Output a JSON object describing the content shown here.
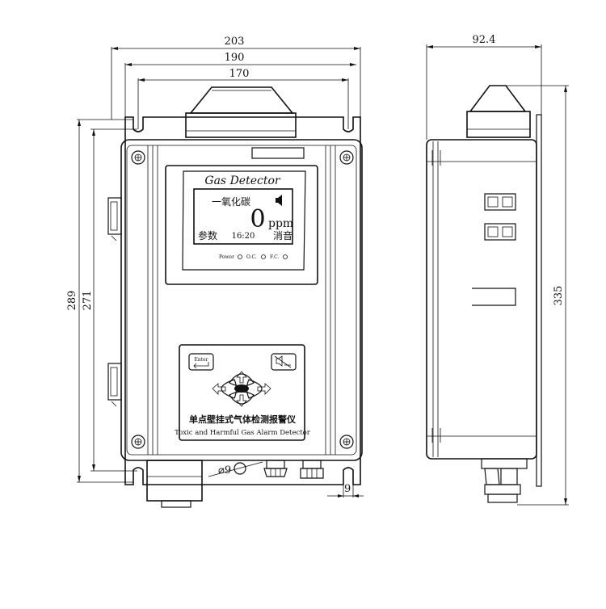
{
  "dimensions": {
    "front_overall_width": "203",
    "front_mount_width": "190",
    "front_hole_spacing": "170",
    "front_overall_height": "289",
    "front_hole_height": "271",
    "hole_diameter": "⌀9",
    "slot_width": "9",
    "side_depth": "92.4",
    "side_height": "335"
  },
  "display": {
    "title": "Gas Detector",
    "gas_name": "一氧化碳",
    "reading_value": "0",
    "reading_unit": "ppm",
    "left_softkey": "参数",
    "time": "16:20",
    "right_softkey": "消音",
    "indicators": [
      "Power",
      "O.C.",
      "F.C."
    ]
  },
  "keypad": {
    "enter_label": "Enter",
    "chinese_name": "单点壁挂式气体检测报警仪",
    "english_name": "Toxic and Harmful Gas Alarm Detector"
  },
  "colors": {
    "line": "#111111",
    "background": "#ffffff"
  }
}
